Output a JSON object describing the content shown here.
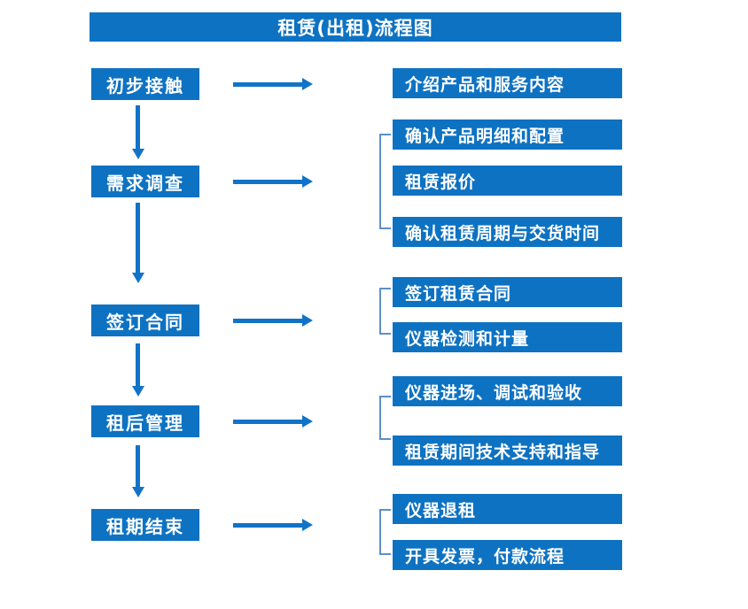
{
  "title": "租赁(出租)流程图",
  "colors": {
    "box_blue": "#0E72C2",
    "arrow_blue": "#1173C8",
    "bracket_blue": "#5D8FC8",
    "text_white": "#FFFFFF",
    "background": "#FFFFFF"
  },
  "stages": [
    {
      "label": "初步接触",
      "outputs": [
        "介绍产品和服务内容"
      ]
    },
    {
      "label": "需求调查",
      "outputs": [
        "确认产品明细和配置",
        "租赁报价",
        "确认租赁周期与交货时间"
      ]
    },
    {
      "label": "签订合同",
      "outputs": [
        "签订租赁合同",
        "仪器检测和计量"
      ]
    },
    {
      "label": "租后管理",
      "outputs": [
        "仪器进场、调试和验收",
        "租赁期间技术支持和指导"
      ]
    },
    {
      "label": "租期结束",
      "outputs": [
        "仪器退租",
        "开具发票，付款流程"
      ]
    }
  ]
}
